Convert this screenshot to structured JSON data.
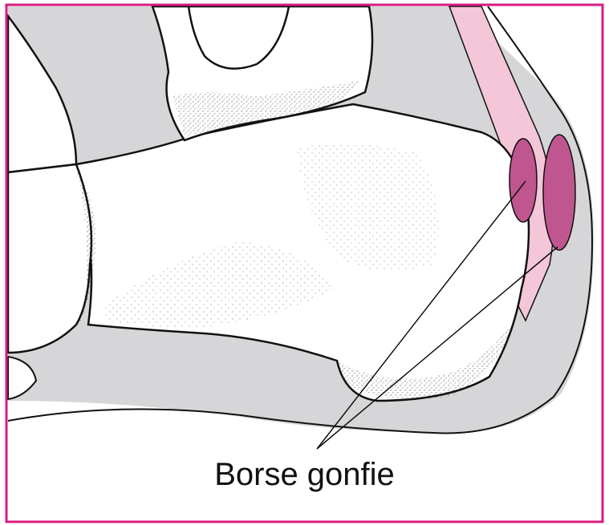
{
  "diagram": {
    "caption": "Borse gonfie",
    "colors": {
      "frame": "#d81b80",
      "soft_tissue": "#d6d6d8",
      "bone": "#ffffff",
      "outline": "#111111",
      "tendon": "#f3c6d8",
      "bursa": "#c0568f"
    },
    "icons": [
      "heel-bone-illustration",
      "swollen-bursa",
      "achilles-tendon"
    ]
  }
}
